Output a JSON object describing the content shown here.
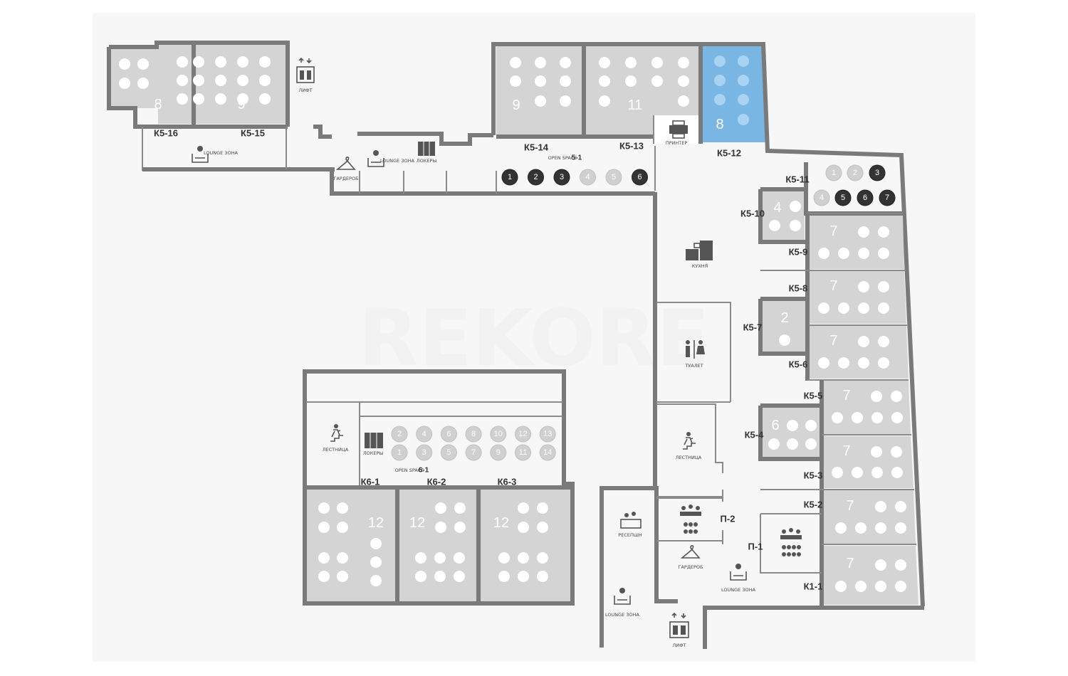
{
  "map": {
    "watermark": "REKORE",
    "rooms": [
      {
        "id": "k5-16",
        "label": "К5-16",
        "capacity": "8",
        "selected": false
      },
      {
        "id": "k5-15",
        "label": "К5-15",
        "capacity": "9",
        "selected": false
      },
      {
        "id": "k5-14",
        "label": "К5-14",
        "capacity": "9",
        "selected": false
      },
      {
        "id": "k5-13",
        "label": "К5-13",
        "capacity": "11",
        "selected": false
      },
      {
        "id": "k5-12",
        "label": "К5-12",
        "capacity": "8",
        "selected": true
      },
      {
        "id": "k5-11",
        "label": "К5-11",
        "capacity": "",
        "selected": false
      },
      {
        "id": "k5-10",
        "label": "К5-10",
        "capacity": "4",
        "selected": false
      },
      {
        "id": "k5-9",
        "label": "К5-9",
        "capacity": "7",
        "selected": false
      },
      {
        "id": "k5-8",
        "label": "К5-8",
        "capacity": "7",
        "selected": false
      },
      {
        "id": "k5-7",
        "label": "К5-7",
        "capacity": "2",
        "selected": false
      },
      {
        "id": "k5-6",
        "label": "К5-6",
        "capacity": "7",
        "selected": false
      },
      {
        "id": "k5-5",
        "label": "К5-5",
        "capacity": "7",
        "selected": false
      },
      {
        "id": "k5-4",
        "label": "К5-4",
        "capacity": "6",
        "selected": false
      },
      {
        "id": "k5-3",
        "label": "К5-3",
        "capacity": "7",
        "selected": false
      },
      {
        "id": "k5-2",
        "label": "К5-2",
        "capacity": "7",
        "selected": false
      },
      {
        "id": "k1-1",
        "label": "К1-1",
        "capacity": "7",
        "selected": false
      },
      {
        "id": "k6-1",
        "label": "К6-1",
        "capacity": "12",
        "selected": false
      },
      {
        "id": "k6-2",
        "label": "К6-2",
        "capacity": "12",
        "selected": false
      },
      {
        "id": "k6-3",
        "label": "К6-3",
        "capacity": "12",
        "selected": false
      },
      {
        "id": "p-2",
        "label": "П-2",
        "capacity": "",
        "selected": false
      },
      {
        "id": "p-1",
        "label": "П-1",
        "capacity": "",
        "selected": false
      }
    ],
    "open_space_5_1": {
      "caption": "OPEN SPACE",
      "id_label": "5-1",
      "seats": [
        {
          "n": "1",
          "status": "occupied"
        },
        {
          "n": "2",
          "status": "occupied"
        },
        {
          "n": "3",
          "status": "occupied"
        },
        {
          "n": "4",
          "status": "free"
        },
        {
          "n": "5",
          "status": "free"
        },
        {
          "n": "6",
          "status": "occupied"
        }
      ]
    },
    "open_space_6_1": {
      "caption": "OPEN SPACE",
      "id_label": "6-1",
      "seats_top": [
        "2",
        "4",
        "6",
        "8",
        "10",
        "12",
        "13"
      ],
      "seats_bottom": [
        "1",
        "3",
        "5",
        "7",
        "9",
        "11",
        "14"
      ]
    },
    "k5_11_seats": [
      {
        "n": "1",
        "status": "free"
      },
      {
        "n": "2",
        "status": "free"
      },
      {
        "n": "3",
        "status": "occupied"
      },
      {
        "n": "4",
        "status": "free"
      },
      {
        "n": "5",
        "status": "occupied"
      },
      {
        "n": "6",
        "status": "occupied"
      },
      {
        "n": "7",
        "status": "occupied"
      }
    ],
    "amenities": {
      "lift_top": "ЛИФТ",
      "lounge_1": "LOUNGE ЗОНА",
      "lounge_2": "LOUNGE ЗОНА",
      "lounge_3": "LOUNGE ЗОНА",
      "lounge_4": "LOUNGE ЗОНА",
      "wardrobe_1": "ГАРДЕРОБ",
      "wardrobe_2": "ГАРДЕРОБ",
      "lockers_1": "ЛОКЕРЫ",
      "lockers_2": "ЛОКЕРЫ",
      "printer": "ПРИНТЕР",
      "kitchen": "КУХНЯ",
      "toilet": "ТУАЛЕТ",
      "stairs_1": "ЛЕСТНИЦА",
      "stairs_2": "ЛЕСТНИЦА",
      "reception": "РЕСЕПШН",
      "lift_bottom": "ЛИФТ"
    },
    "colors": {
      "wall": "#7a7a7a",
      "room_fill": "#d4d4d4",
      "selected_fill": "#7ab6e3",
      "seat_occupied": "#333333",
      "seat_free": "#d0d0d0"
    }
  }
}
